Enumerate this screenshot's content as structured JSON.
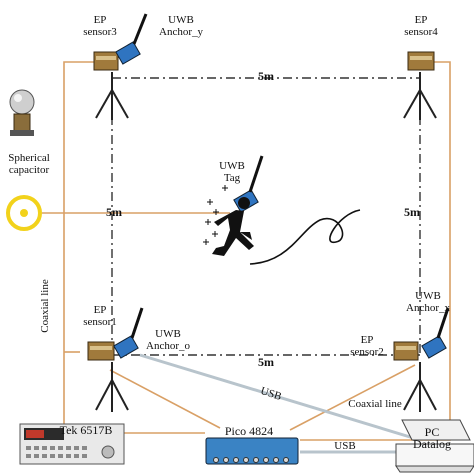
{
  "labels": {
    "ep_sensor3": [
      "EP",
      "sensor3"
    ],
    "uwb_anchor_y": [
      "UWB",
      "Anchor_y"
    ],
    "ep_sensor4": [
      "EP",
      "sensor4"
    ],
    "distance_top": "5m",
    "spherical_capacitor": [
      "Spherical",
      "capacitor"
    ],
    "uwb_tag": [
      "UWB",
      "Tag"
    ],
    "distance_left": "5m",
    "distance_right": "5m",
    "coaxial_line_left": "Coaxial line",
    "ep_sensor1": [
      "EP",
      "sensor1"
    ],
    "uwb_anchor_o": [
      "UWB",
      "Anchor_o"
    ],
    "uwb_anchor_x": [
      "UWB",
      "Anchor_x"
    ],
    "ep_sensor2": [
      "EP",
      "sensor2"
    ],
    "distance_bottom": "5m",
    "usb_diagonal": "USB",
    "coaxial_line_right": "Coaxial line",
    "tek": "Tek 6517B",
    "pico": "Pico 4824",
    "usb_bottom": "USB",
    "pc_datalog": [
      "PC",
      "Datalog"
    ]
  },
  "colors": {
    "coax_wire": "#d9a066",
    "usb_cable": "#b8c4cc",
    "dashed_square": "#333333",
    "spherical_ring": "#f2d21b",
    "sensor_body": "#a07a3c",
    "uwb_module": "#2f74c0",
    "pico_body": "#3a83c4"
  }
}
